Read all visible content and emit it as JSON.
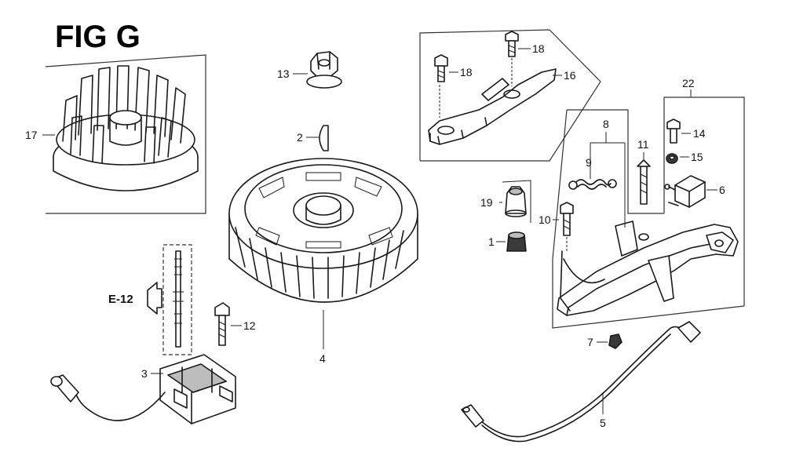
{
  "figure": {
    "title": "FIG G",
    "reference": "E-12"
  },
  "callouts": [
    {
      "id": "c17",
      "label": "17"
    },
    {
      "id": "c13",
      "label": "13"
    },
    {
      "id": "c2",
      "label": "2"
    },
    {
      "id": "c4",
      "label": "4"
    },
    {
      "id": "c12",
      "label": "12"
    },
    {
      "id": "c3",
      "label": "3"
    },
    {
      "id": "c18a",
      "label": "18"
    },
    {
      "id": "c18b",
      "label": "18"
    },
    {
      "id": "c16",
      "label": "16"
    },
    {
      "id": "c22",
      "label": "22"
    },
    {
      "id": "c8",
      "label": "8"
    },
    {
      "id": "c9",
      "label": "9"
    },
    {
      "id": "c11",
      "label": "11"
    },
    {
      "id": "c14",
      "label": "14"
    },
    {
      "id": "c15",
      "label": "15"
    },
    {
      "id": "c6",
      "label": "6"
    },
    {
      "id": "c19",
      "label": "19"
    },
    {
      "id": "c10",
      "label": "10"
    },
    {
      "id": "c1",
      "label": "1"
    },
    {
      "id": "c7",
      "label": "7"
    },
    {
      "id": "c5",
      "label": "5"
    }
  ]
}
